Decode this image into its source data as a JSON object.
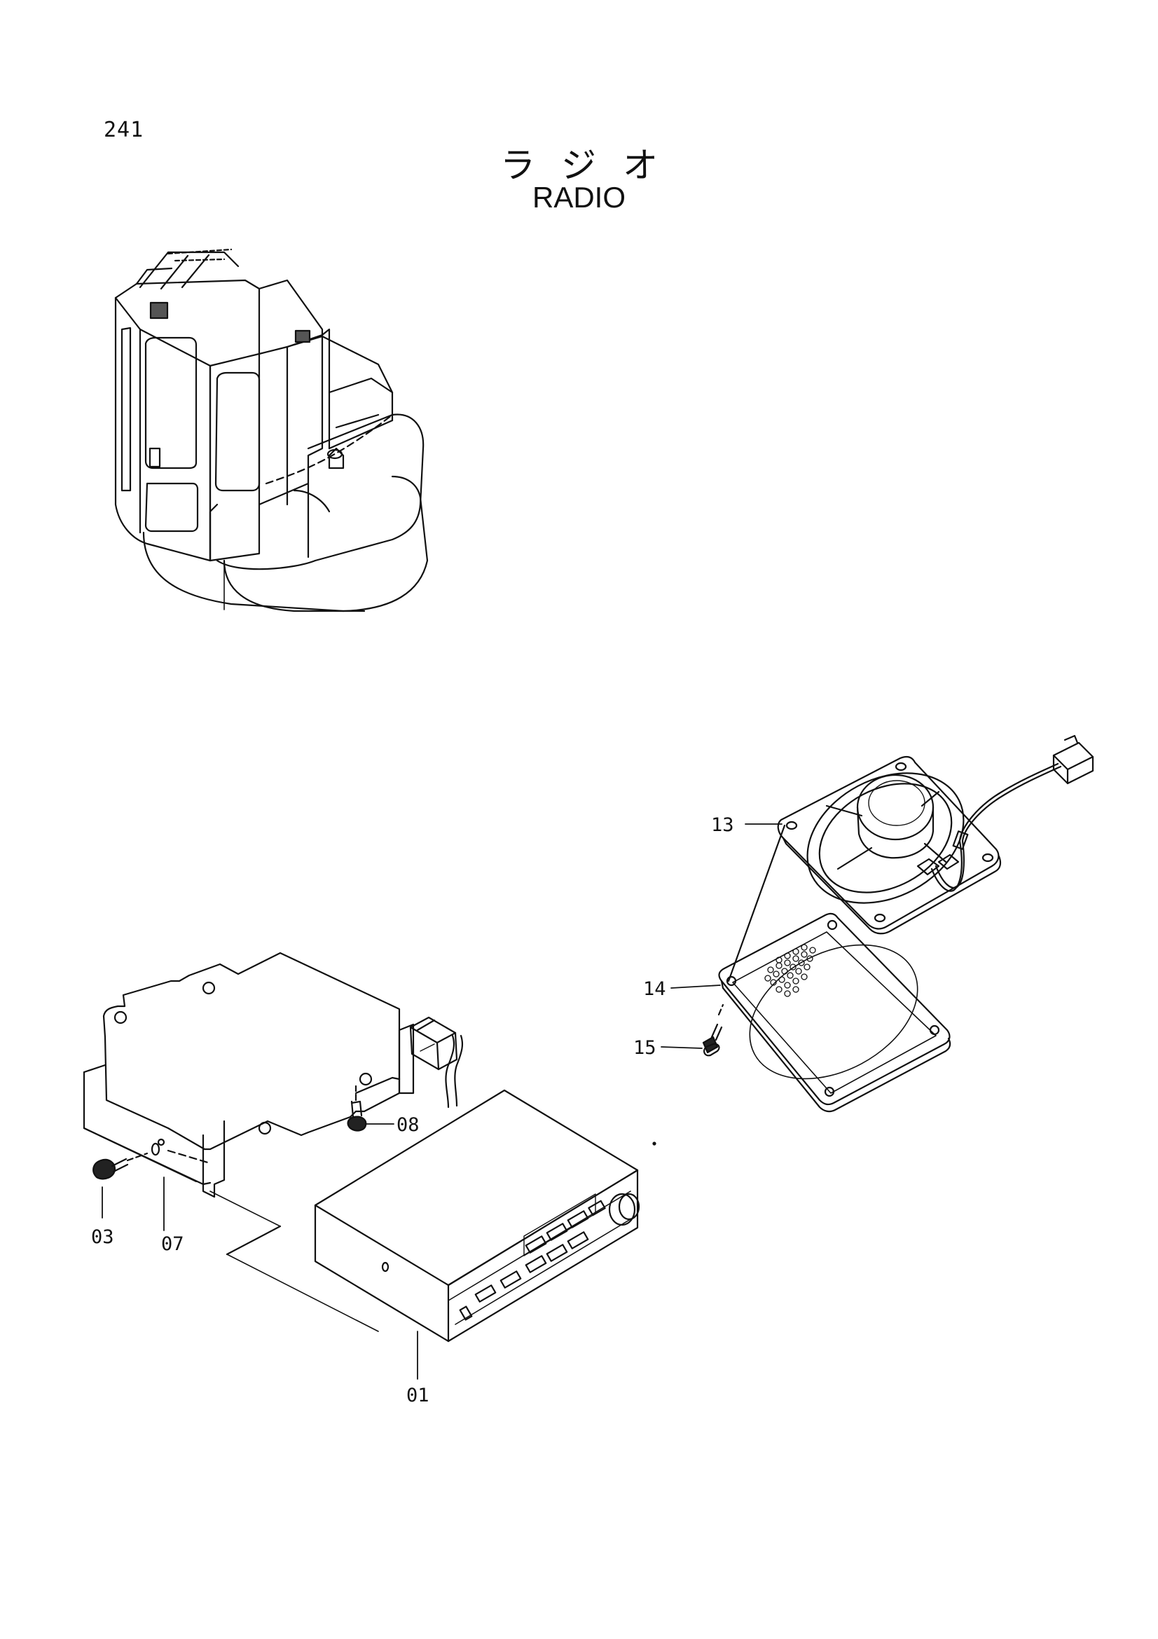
{
  "page": {
    "page_number": "241",
    "title_jp": "ラジオ",
    "title_en": "RADIO"
  },
  "callouts": {
    "c01": "01",
    "c03": "03",
    "c07": "07",
    "c08": "08",
    "c13": "13",
    "c14": "14",
    "c15": "15"
  }
}
